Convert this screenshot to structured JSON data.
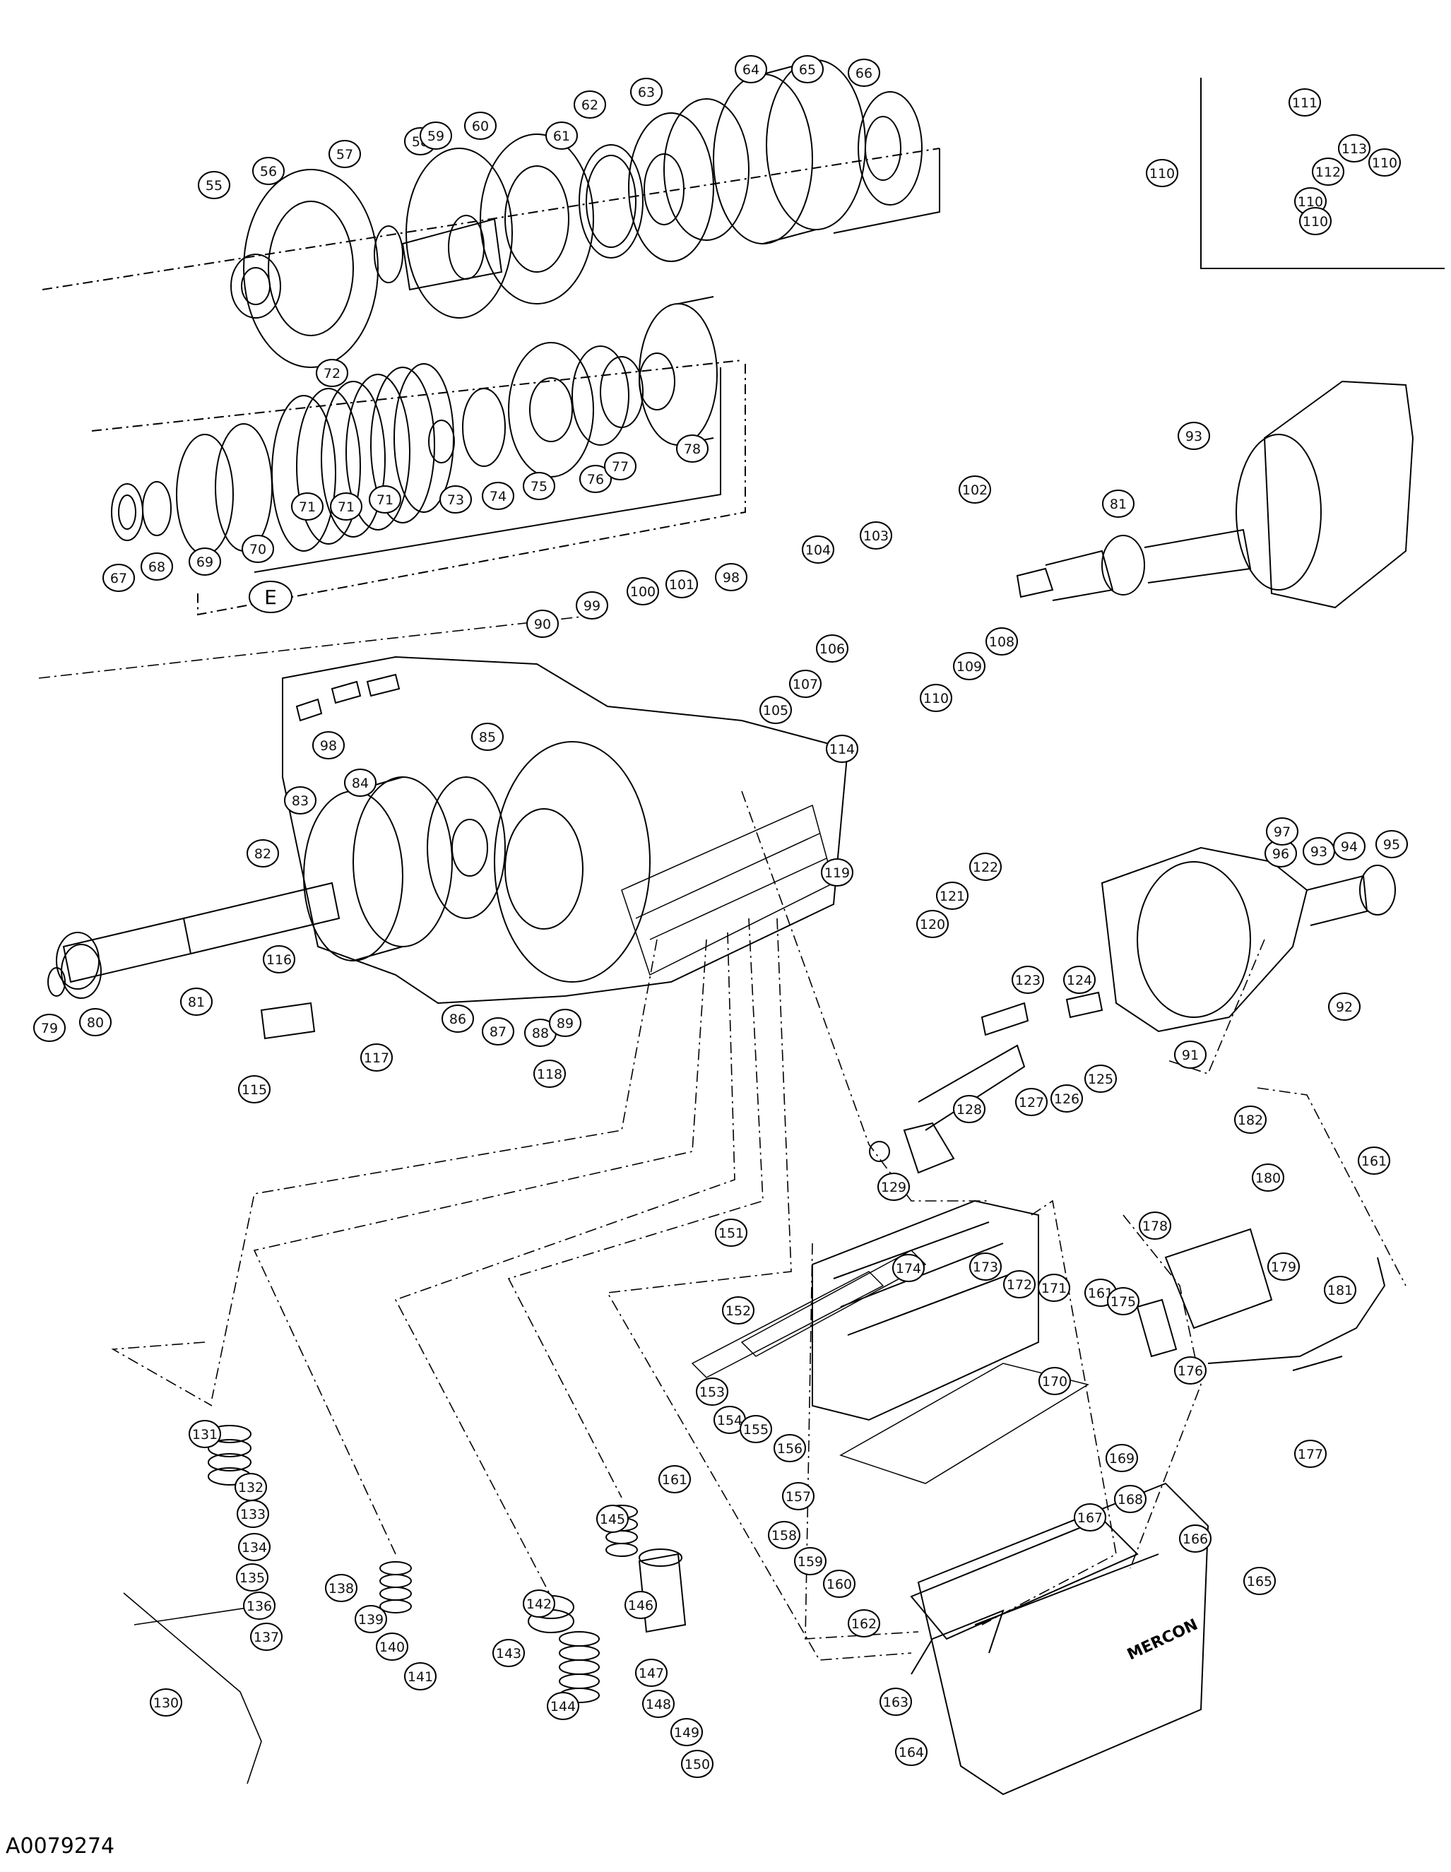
{
  "drawing_code": "A0079274",
  "group_label": "E",
  "pan_logo": "MERCON",
  "callouts": [
    "55",
    "56",
    "57",
    "58",
    "59",
    "60",
    "61",
    "62",
    "63",
    "64",
    "65",
    "66",
    "67",
    "68",
    "69",
    "70",
    "71",
    "71",
    "71",
    "72",
    "73",
    "74",
    "75",
    "76",
    "77",
    "78",
    "79",
    "80",
    "81",
    "81",
    "82",
    "83",
    "84",
    "85",
    "86",
    "87",
    "88",
    "89",
    "90",
    "91",
    "92",
    "93",
    "93",
    "94",
    "95",
    "96",
    "97",
    "98",
    "98",
    "99",
    "100",
    "101",
    "102",
    "103",
    "104",
    "105",
    "106",
    "107",
    "108",
    "109",
    "110",
    "110",
    "110",
    "110",
    "110",
    "111",
    "112",
    "113",
    "114",
    "115",
    "116",
    "117",
    "118",
    "119",
    "120",
    "121",
    "122",
    "123",
    "124",
    "125",
    "126",
    "127",
    "128",
    "129",
    "130",
    "131",
    "132",
    "133",
    "134",
    "135",
    "136",
    "137",
    "138",
    "139",
    "140",
    "141",
    "142",
    "143",
    "144",
    "145",
    "146",
    "147",
    "148",
    "149",
    "150",
    "151",
    "152",
    "153",
    "154",
    "155",
    "156",
    "157",
    "158",
    "159",
    "160",
    "161",
    "161",
    "161",
    "162",
    "163",
    "164",
    "165",
    "166",
    "167",
    "168",
    "169",
    "170",
    "171",
    "172",
    "173",
    "174",
    "175",
    "176",
    "177",
    "178",
    "179",
    "180",
    "181",
    "182"
  ]
}
